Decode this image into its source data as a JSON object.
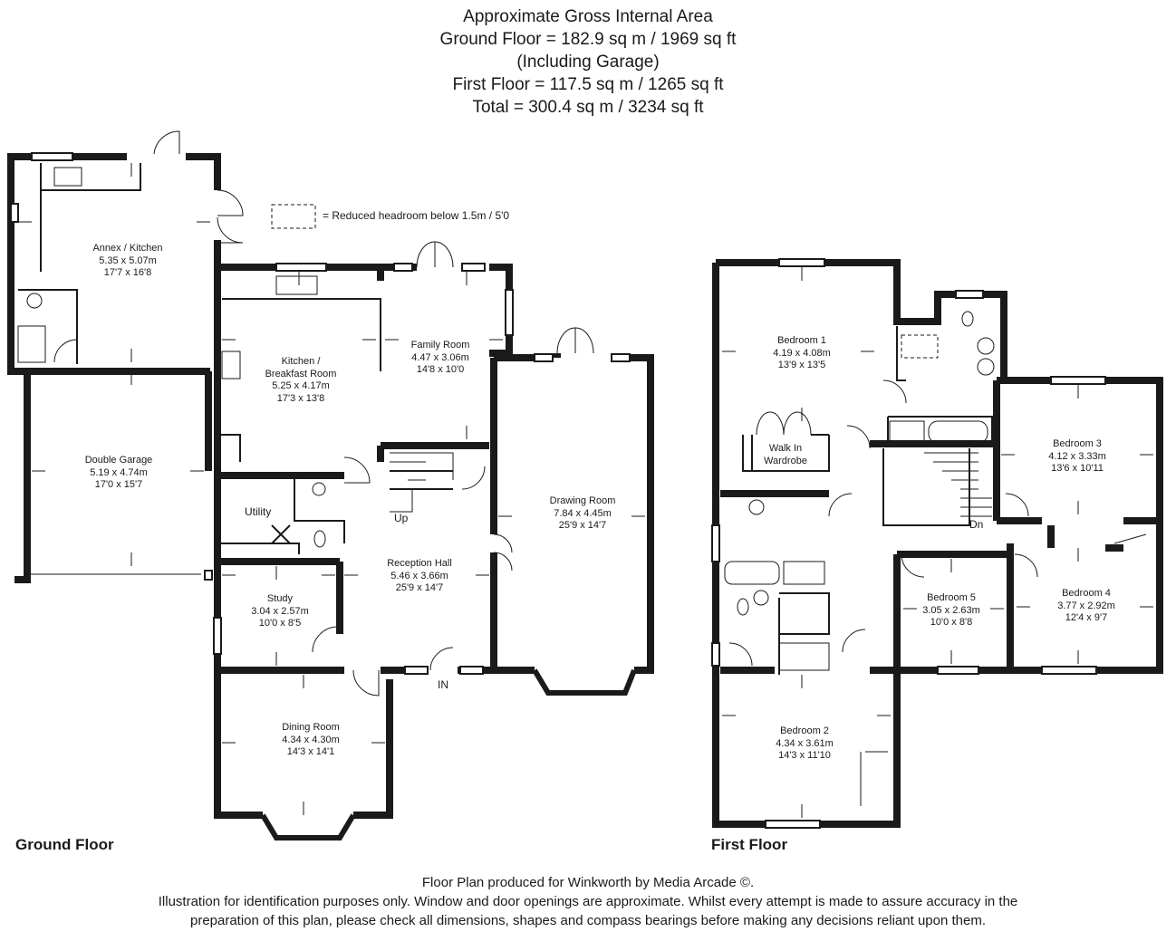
{
  "header": {
    "line1": "Approximate Gross Internal Area",
    "line2": "Ground Floor = 182.9 sq m / 1969 sq ft",
    "line3": "(Including Garage)",
    "line4": "First Floor = 117.5 sq m / 1265 sq ft",
    "line5": "Total = 300.4 sq m / 3234 sq ft"
  },
  "legend": {
    "text": "= Reduced headroom below 1.5m / 5'0"
  },
  "ground_floor": {
    "label": "Ground Floor",
    "rooms": {
      "annex": {
        "name": "Annex / Kitchen",
        "metric": "5.35 x 5.07m",
        "imperial": "17'7 x 16'8"
      },
      "kitchen": {
        "name1": "Kitchen /",
        "name2": "Breakfast Room",
        "metric": "5.25 x 4.17m",
        "imperial": "17'3 x 13'8"
      },
      "family": {
        "name": "Family Room",
        "metric": "4.47 x 3.06m",
        "imperial": "14'8 x 10'0"
      },
      "garage": {
        "name": "Double Garage",
        "metric": "5.19 x 4.74m",
        "imperial": "17'0 x 15'7"
      },
      "drawing": {
        "name": "Drawing Room",
        "metric": "7.84 x 4.45m",
        "imperial": "25'9 x 14'7"
      },
      "hall": {
        "name": "Reception Hall",
        "metric": "5.46 x 3.66m",
        "imperial": "25'9 x 14'7"
      },
      "study": {
        "name": "Study",
        "metric": "3.04 x 2.57m",
        "imperial": "10'0 x 8'5"
      },
      "dining": {
        "name": "Dining Room",
        "metric": "4.34 x 4.30m",
        "imperial": "14'3 x 14'1"
      }
    },
    "utility": "Utility",
    "up": "Up",
    "entrance": "IN"
  },
  "first_floor": {
    "label": "First Floor",
    "rooms": {
      "bed1": {
        "name": "Bedroom 1",
        "metric": "4.19 x 4.08m",
        "imperial": "13'9 x 13'5"
      },
      "bed3": {
        "name": "Bedroom 3",
        "metric": "4.12 x 3.33m",
        "imperial": "13'6 x 10'11"
      },
      "bed4": {
        "name": "Bedroom 4",
        "metric": "3.77 x 2.92m",
        "imperial": "12'4 x 9'7"
      },
      "bed5": {
        "name": "Bedroom 5",
        "metric": "3.05 x 2.63m",
        "imperial": "10'0 x 8'8"
      },
      "bed2": {
        "name": "Bedroom 2",
        "metric": "4.34 x 3.61m",
        "imperial": "14'3 x 11'10"
      },
      "wardrobe": {
        "name1": "Walk In",
        "name2": "Wardrobe"
      }
    },
    "down": "Dn"
  },
  "footer": {
    "line1": "Floor Plan produced for Winkworth by Media Arcade ©.",
    "line2": "Illustration for identification purposes only. Window and door openings are approximate. Whilst every attempt is made to assure accuracy in the",
    "line3": "preparation of this plan, please check all dimensions, shapes and compass bearings before making any decisions reliant upon them."
  },
  "colors": {
    "wall": "#1a1a1a",
    "background": "#ffffff"
  }
}
